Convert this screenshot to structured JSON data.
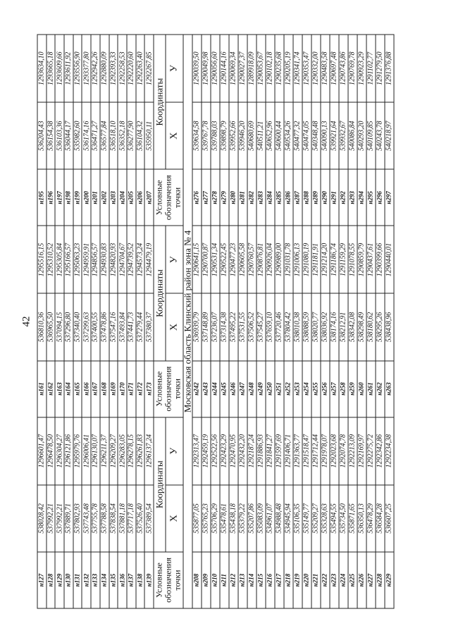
{
  "page_number": "42",
  "header": {
    "designation": "Условные\nобозначения\nточки",
    "coordinates": "Координаты",
    "x": "X",
    "y": "У"
  },
  "zone_title": "Московская область Клинский район зона № 4",
  "top_section": {
    "groups": [
      [
        [
          "н127",
          "538028,42",
          "1296601,47"
        ],
        [
          "н128",
          "537992,21",
          "1296478,50"
        ],
        [
          "н129",
          "537992,21",
          "1296304,27"
        ],
        [
          "н130",
          "537889,71",
          "1296121,86"
        ],
        [
          "н131",
          "537802,93",
          "1295979,76"
        ],
        [
          "н132",
          "537743,48",
          "1296006,41"
        ],
        [
          "н133",
          "537755,78",
          "1296130,07"
        ],
        [
          "н134",
          "537788,58",
          "1296211,37"
        ],
        [
          "н135",
          "537838,54",
          "1296209,27"
        ],
        [
          "н136",
          "537881,18",
          "1296283,05"
        ],
        [
          "н137",
          "537717,18",
          "1296278,15"
        ],
        [
          "н138",
          "537526,40",
          "1296261,83"
        ],
        [
          "н139",
          "537389,54",
          "1296137,24"
        ]
      ],
      [
        [
          "н161",
          "536810,36",
          "1295516,15"
        ],
        [
          "н162",
          "536965,50",
          "1295310,52"
        ],
        [
          "н163",
          "537094,15",
          "1295305,84"
        ],
        [
          "н164",
          "537296,80",
          "1295166,57"
        ],
        [
          "н165",
          "537340,40",
          "1295063,23"
        ],
        [
          "н166",
          "537299,63",
          "1294959,91"
        ],
        [
          "н167",
          "537400,55",
          "1294856,57"
        ],
        [
          "н168",
          "537478,86",
          "1294930,83"
        ],
        [
          "н169",
          "537547,16",
          "1294820,93"
        ],
        [
          "н170",
          "537493,84",
          "1294704,67"
        ],
        [
          "н171",
          "537441,73",
          "1294739,52"
        ],
        [
          "н172",
          "537279,44",
          "1294573,24"
        ],
        [
          "н173",
          "537380,37",
          "1294479,19"
        ]
      ],
      [
        [
          "н195",
          "536204,43",
          "1293634,10"
        ],
        [
          "н196",
          "536154,38",
          "1293665,18"
        ],
        [
          "н197",
          "536103,36",
          "1293609,66"
        ],
        [
          "н198",
          "536044,17",
          "1293611,92"
        ],
        [
          "н199",
          "535982,60",
          "1293556,90"
        ],
        [
          "н200",
          "536174,16",
          "1293377,80"
        ],
        [
          "н201",
          "536471,27",
          "1292942,26"
        ],
        [
          "н202",
          "536577,84",
          "1292880,09"
        ],
        [
          "н203",
          "536518,10",
          "1292393,33"
        ],
        [
          "н204",
          "536352,18",
          "1292258,53"
        ],
        [
          "н205",
          "536277,90",
          "1292220,60"
        ],
        [
          "н206",
          "536104,32",
          "1292263,40"
        ],
        [
          "н207",
          "535950,11",
          "1292267,85"
        ]
      ]
    ]
  },
  "bottom_section": {
    "groups": [
      [
        [
          "н208",
          "535877,05",
          "1292313,47"
        ],
        [
          "н209",
          "535765,23",
          "1292459,19"
        ],
        [
          "н210",
          "535706,29",
          "1292522,56"
        ],
        [
          "н211",
          "535478,61",
          "1292423,29"
        ],
        [
          "н212",
          "535438,18",
          "1292470,95"
        ],
        [
          "н213",
          "535379,22",
          "1292432,20"
        ],
        [
          "н214",
          "535207,86",
          "1292187,24"
        ],
        [
          "н215",
          "535083,09",
          "1291886,93"
        ],
        [
          "н216",
          "534961,07",
          "1291841,27"
        ],
        [
          "н217",
          "534988,48",
          "1291597,69"
        ],
        [
          "н218",
          "534945,94",
          "1291406,71"
        ],
        [
          "н219",
          "535106,35",
          "1291363,77"
        ],
        [
          "н220",
          "535149,77",
          "1291518,47"
        ],
        [
          "н221",
          "535209,27",
          "1291712,44"
        ],
        [
          "н222",
          "535328,63",
          "1291978,07"
        ],
        [
          "н223",
          "535494,55",
          "1292023,68"
        ],
        [
          "н224",
          "535734,50",
          "1292074,78"
        ],
        [
          "н225",
          "535871,65",
          "1292213,09"
        ],
        [
          "н226",
          "536350,13",
          "1292169,97"
        ],
        [
          "н227",
          "536478,29",
          "1292275,72"
        ],
        [
          "н228",
          "536584,28",
          "1292342,86"
        ],
        [
          "н229",
          "536607,25",
          "1292234,38"
        ]
      ],
      [
        [
          "н242",
          "536939,79",
          "1290641,15"
        ],
        [
          "н243",
          "537148,89",
          "1290700,87"
        ],
        [
          "н244",
          "537236,07",
          "1290531,34"
        ],
        [
          "н245",
          "537314,38",
          "1290522,45"
        ],
        [
          "н246",
          "537495,22",
          "1290477,23"
        ],
        [
          "н247",
          "537531,55",
          "1290605,58"
        ],
        [
          "н248",
          "537506,52",
          "1290760,57"
        ],
        [
          "н249",
          "537545,27",
          "1290876,81"
        ],
        [
          "н250",
          "537659,10",
          "1290926,04"
        ],
        [
          "н251",
          "537720,46",
          "1290989,00"
        ],
        [
          "н252",
          "537804,42",
          "1291031,78"
        ],
        [
          "н253",
          "538010,38",
          "1291006,13"
        ],
        [
          "н254",
          "538088,59",
          "1291080,19"
        ],
        [
          "н255",
          "538020,77",
          "1291181,91"
        ],
        [
          "н256",
          "538036,92",
          "1291214,20"
        ],
        [
          "н257",
          "538174,16",
          "1291186,74"
        ],
        [
          "н258",
          "538212,91",
          "1291159,29"
        ],
        [
          "н259",
          "538342,08",
          "1291078,55"
        ],
        [
          "н260",
          "538298,49",
          "1290859,79"
        ],
        [
          "н261",
          "538180,62",
          "1290437,61"
        ],
        [
          "н262",
          "538295,26",
          "1290399,66"
        ],
        [
          "н263",
          "538438,96",
          "1290440,01"
        ]
      ],
      [
        [
          "н276",
          "539634,58",
          "1290039,50"
        ],
        [
          "н277",
          "539767,78",
          "1290049,98"
        ],
        [
          "н278",
          "539788,03",
          "1290056,60"
        ],
        [
          "н279",
          "539898,79",
          "1290144,16"
        ],
        [
          "н280",
          "539952,66",
          "1290069,34"
        ],
        [
          "н281",
          "539946,20",
          "1290027,37"
        ],
        [
          "н282",
          "540680,69",
          "1289918,09"
        ],
        [
          "н283",
          "540511,21",
          "1290053,67"
        ],
        [
          "н284",
          "540652,96",
          "1290102,18"
        ],
        [
          "н285",
          "540600,44",
          "1290235,68"
        ],
        [
          "н286",
          "540534,26",
          "1290205,19"
        ],
        [
          "н287",
          "540477,32",
          "1290341,74"
        ],
        [
          "н288",
          "540474,05",
          "1290353,47"
        ],
        [
          "н289",
          "540348,48",
          "1290332,00"
        ],
        [
          "н290",
          "540090,13",
          "1290483,58"
        ],
        [
          "н291",
          "539921,64",
          "1290697,48"
        ],
        [
          "н292",
          "539932,67",
          "1290743,86"
        ],
        [
          "н293",
          "540086,84",
          "1290769,78"
        ],
        [
          "н294",
          "540293,20",
          "1290923,29"
        ],
        [
          "н295",
          "540109,85",
          "1291102,77"
        ],
        [
          "н296",
          "540243,78",
          "1291279,50"
        ],
        [
          "н297",
          "540218,97",
          "1291376,88"
        ]
      ]
    ]
  }
}
